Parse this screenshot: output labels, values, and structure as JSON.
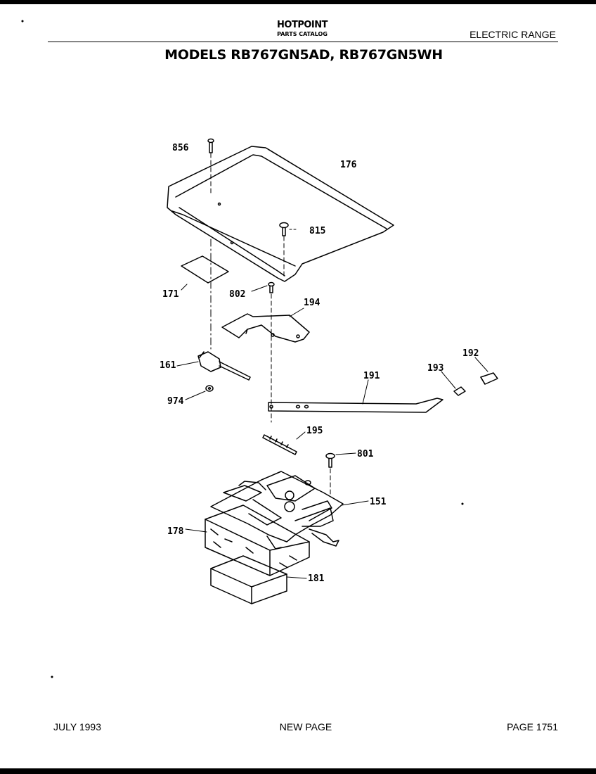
{
  "header": {
    "brand": "HOTPOINT",
    "subtitle": "PARTS CATALOG",
    "category": "ELECTRIC RANGE"
  },
  "title": "MODELS RB767GN5AD, RB767GN5WH",
  "callouts": [
    "856",
    "176",
    "815",
    "171",
    "802",
    "194",
    "161",
    "192",
    "193",
    "191",
    "974",
    "195",
    "801",
    "151",
    "178",
    "181"
  ],
  "footer": {
    "date": "JULY 1993",
    "status": "NEW PAGE",
    "page": "PAGE 1751"
  }
}
